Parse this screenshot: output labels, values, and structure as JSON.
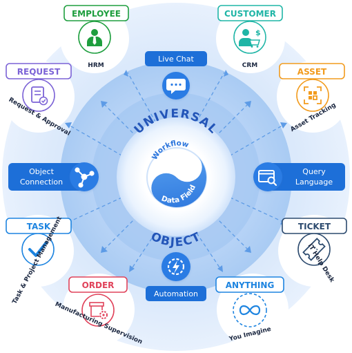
{
  "center": {
    "top_word": "UNIVERSAL",
    "bottom_word": "OBJECT",
    "inner_top": "Workflow",
    "inner_bottom": "Data Field"
  },
  "hubs": {
    "live_chat": "Live Chat",
    "automation": "Automation",
    "object_connection_line1": "Object",
    "object_connection_line2": "Connection",
    "query_language_line1": "Query",
    "query_language_line2": "Language"
  },
  "satellites": {
    "employee": {
      "tag": "EMPLOYEE",
      "caption": "HRM",
      "color": "#1e9e3e"
    },
    "customer": {
      "tag": "CUSTOMER",
      "caption": "CRM",
      "color": "#1fb5a6"
    },
    "request": {
      "tag": "REQUEST",
      "caption": "Request & Approval",
      "color": "#7b62d6"
    },
    "asset": {
      "tag": "ASSET",
      "caption": "Asset Tracking",
      "color": "#f29b1d"
    },
    "task": {
      "tag": "TASK",
      "caption": "Task & Project Management",
      "color": "#1d84e0"
    },
    "ticket": {
      "tag": "TICKET",
      "caption": "IT Help Desk",
      "color": "#2c4a6e"
    },
    "order": {
      "tag": "ORDER",
      "caption": "Manufacturing Supervision",
      "color": "#e0425a"
    },
    "anything": {
      "tag": "ANYTHING",
      "caption": "You Imagine",
      "color": "#1d84e0"
    }
  },
  "icons": {
    "employee": "person-tie-icon",
    "customer": "customer-cart-icon",
    "request": "document-check-icon",
    "asset": "scan-frame-icon",
    "task": "checkmark-icon",
    "ticket": "ticket-icon",
    "order": "box-gear-icon",
    "anything": "infinity-icon",
    "live_chat": "chat-bubble-icon",
    "automation": "lightning-gear-icon",
    "object_connection": "network-node-icon",
    "query_language": "browser-search-icon"
  }
}
